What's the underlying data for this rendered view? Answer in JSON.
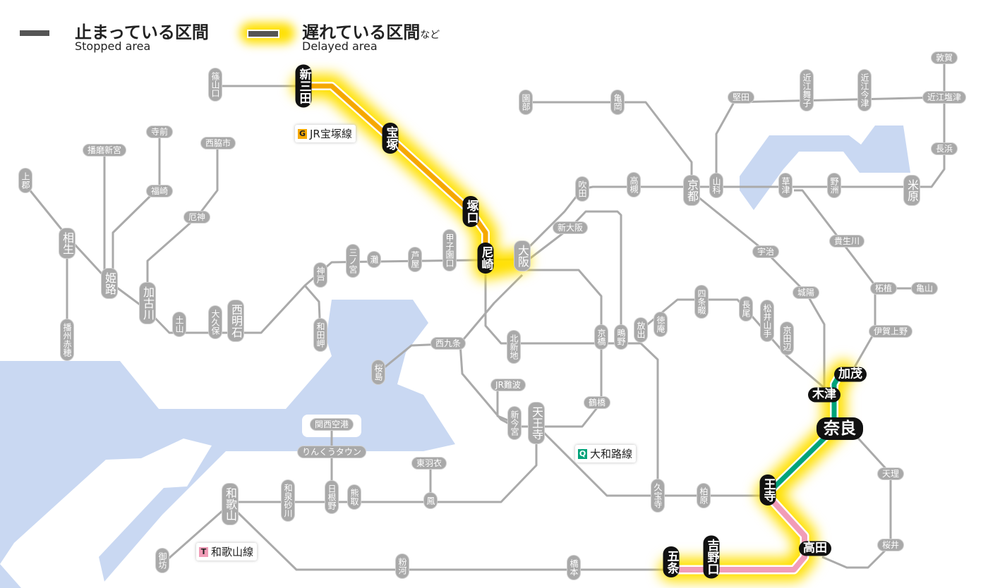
{
  "legend": {
    "stopped_ja": "止まっている区間",
    "stopped_en": "Stopped area",
    "delayed_ja": "遅れている区間",
    "delayed_suffix": "など",
    "delayed_en": "Delayed area"
  },
  "colors": {
    "stopped": "#555555",
    "glow": "#ffe000",
    "track": "#aaaaaa",
    "water": "#c9d8f2"
  },
  "lines": [
    {
      "code": "G",
      "name": "JR宝塚線",
      "color": "#f5a800"
    },
    {
      "code": "Q",
      "name": "大和路線",
      "color": "#00a37a"
    },
    {
      "code": "T",
      "name": "和歌山線",
      "color": "#f19cb7"
    }
  ],
  "stations": [
    {
      "name": "篠山口",
      "status": "normal"
    },
    {
      "name": "寺前",
      "status": "normal"
    },
    {
      "name": "播磨新宮",
      "status": "normal"
    },
    {
      "name": "西脇市",
      "status": "normal"
    },
    {
      "name": "上郡",
      "status": "normal"
    },
    {
      "name": "福崎",
      "status": "normal"
    },
    {
      "name": "厄神",
      "status": "normal"
    },
    {
      "name": "相生",
      "status": "normal"
    },
    {
      "name": "姫路",
      "status": "normal"
    },
    {
      "name": "加古川",
      "status": "normal"
    },
    {
      "name": "土山",
      "status": "normal"
    },
    {
      "name": "大久保",
      "status": "normal"
    },
    {
      "name": "西明石",
      "status": "normal"
    },
    {
      "name": "神戸",
      "status": "normal"
    },
    {
      "name": "和田岬",
      "status": "normal"
    },
    {
      "name": "播州赤穂",
      "status": "normal"
    },
    {
      "name": "三ノ宮",
      "status": "normal"
    },
    {
      "name": "灘",
      "status": "normal"
    },
    {
      "name": "芦屋",
      "status": "normal"
    },
    {
      "name": "甲子園口",
      "status": "normal"
    },
    {
      "name": "園部",
      "status": "normal"
    },
    {
      "name": "亀岡",
      "status": "normal"
    },
    {
      "name": "堅田",
      "status": "normal"
    },
    {
      "name": "近江舞子",
      "status": "normal"
    },
    {
      "name": "近江今津",
      "status": "normal"
    },
    {
      "name": "敦賀",
      "status": "normal"
    },
    {
      "name": "近江塩津",
      "status": "normal"
    },
    {
      "name": "長浜",
      "status": "normal"
    },
    {
      "name": "吹田",
      "status": "normal"
    },
    {
      "name": "高槻",
      "status": "normal"
    },
    {
      "name": "京都",
      "status": "normal"
    },
    {
      "name": "山科",
      "status": "normal"
    },
    {
      "name": "草津",
      "status": "normal"
    },
    {
      "name": "野洲",
      "status": "normal"
    },
    {
      "name": "米原",
      "status": "normal"
    },
    {
      "name": "新大阪",
      "status": "normal"
    },
    {
      "name": "宇治",
      "status": "normal"
    },
    {
      "name": "貴生川",
      "status": "normal"
    },
    {
      "name": "城陽",
      "status": "normal"
    },
    {
      "name": "柘植",
      "status": "normal"
    },
    {
      "name": "亀山",
      "status": "normal"
    },
    {
      "name": "伊賀上野",
      "status": "normal"
    },
    {
      "name": "四条畷",
      "status": "normal"
    },
    {
      "name": "長尾",
      "status": "normal"
    },
    {
      "name": "松井山手",
      "status": "normal"
    },
    {
      "name": "京田辺",
      "status": "normal"
    },
    {
      "name": "徳庵",
      "status": "normal"
    },
    {
      "name": "放出",
      "status": "normal"
    },
    {
      "name": "鴫野",
      "status": "normal"
    },
    {
      "name": "京橋",
      "status": "normal"
    },
    {
      "name": "北新地",
      "status": "normal"
    },
    {
      "name": "西九条",
      "status": "normal"
    },
    {
      "name": "桜島",
      "status": "normal"
    },
    {
      "name": "JR難波",
      "status": "normal"
    },
    {
      "name": "新今宮",
      "status": "normal"
    },
    {
      "name": "天王寺",
      "status": "normal"
    },
    {
      "name": "鶴橋",
      "status": "normal"
    },
    {
      "name": "関西空港",
      "status": "normal"
    },
    {
      "name": "りんくうタウン",
      "status": "normal"
    },
    {
      "name": "東羽衣",
      "status": "normal"
    },
    {
      "name": "鳳",
      "status": "normal"
    },
    {
      "name": "日根野",
      "status": "normal"
    },
    {
      "name": "熊取",
      "status": "normal"
    },
    {
      "name": "和泉砂川",
      "status": "normal"
    },
    {
      "name": "和歌山",
      "status": "normal"
    },
    {
      "name": "御坊",
      "status": "normal"
    },
    {
      "name": "粉河",
      "status": "normal"
    },
    {
      "name": "橋本",
      "status": "normal"
    },
    {
      "name": "久宝寺",
      "status": "normal"
    },
    {
      "name": "柏原",
      "status": "normal"
    },
    {
      "name": "天理",
      "status": "normal"
    },
    {
      "name": "桜井",
      "status": "normal"
    },
    {
      "name": "大阪",
      "status": "normal"
    },
    {
      "name": "新三田",
      "status": "delayed"
    },
    {
      "name": "宝塚",
      "status": "delayed"
    },
    {
      "name": "塚口",
      "status": "delayed"
    },
    {
      "name": "尼崎",
      "status": "delayed"
    },
    {
      "name": "加茂",
      "status": "delayed"
    },
    {
      "name": "木津",
      "status": "delayed"
    },
    {
      "name": "奈良",
      "status": "delayed"
    },
    {
      "name": "王寺",
      "status": "delayed"
    },
    {
      "name": "高田",
      "status": "delayed"
    },
    {
      "name": "吉野口",
      "status": "delayed"
    },
    {
      "name": "五条",
      "status": "delayed"
    }
  ]
}
